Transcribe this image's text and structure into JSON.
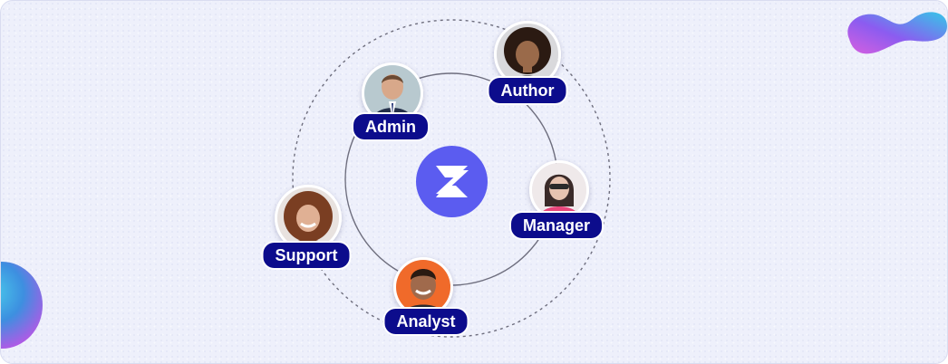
{
  "brand": {
    "logo_icon": "z-logo-icon",
    "logo_color": "#5b5cf0"
  },
  "roles": [
    {
      "label": "Author",
      "avatar_icon": "person-avatar-icon"
    },
    {
      "label": "Admin",
      "avatar_icon": "person-avatar-icon"
    },
    {
      "label": "Manager",
      "avatar_icon": "person-avatar-icon"
    },
    {
      "label": "Support",
      "avatar_icon": "person-avatar-icon"
    },
    {
      "label": "Analyst",
      "avatar_icon": "person-avatar-icon"
    }
  ],
  "colors": {
    "label_bg": "#0c0c8c",
    "label_text": "#ffffff",
    "background": "#eef0fb",
    "ring": "#6e6e7e"
  }
}
